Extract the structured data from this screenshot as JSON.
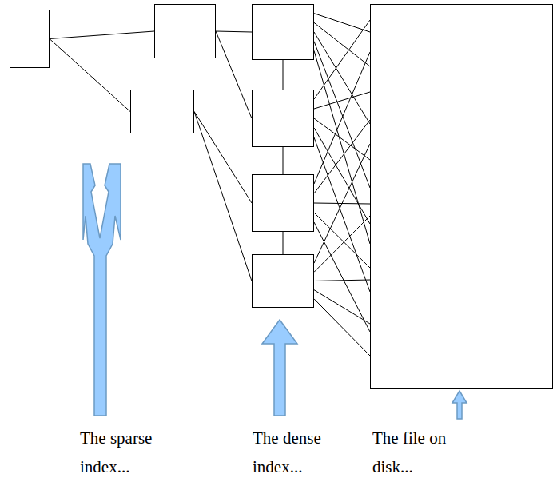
{
  "diagram": {
    "nodes": [
      {
        "text": []
      },
      {
        "text": []
      },
      {
        "text": []
      },
      {
        "text": []
      },
      {
        "text": []
      },
      {
        "text": []
      },
      {
        "text": []
      },
      {
        "text": []
      }
    ],
    "edges": [
      {
        "from": 0,
        "to": 1,
        "arrow": "none"
      },
      {
        "from": 0,
        "to": 2,
        "arrow": "none"
      },
      {
        "from": 1,
        "to": 3,
        "arrow": "none"
      },
      {
        "from": 1,
        "to": 4,
        "arrow": "none"
      },
      {
        "from": 2,
        "to": 5,
        "arrow": "none"
      },
      {
        "from": 2,
        "to": 6,
        "arrow": "none"
      },
      {
        "from": 3,
        "to": 4,
        "arrow": "none"
      },
      {
        "from": 4,
        "to": 5,
        "arrow": "none"
      },
      {
        "from": 5,
        "to": 6,
        "arrow": "none"
      },
      {
        "from": 3,
        "to": 7,
        "arrow": "none"
      },
      {
        "from": 3,
        "to": 7,
        "arrow": "none"
      },
      {
        "from": 3,
        "to": 7,
        "arrow": "none"
      },
      {
        "from": 3,
        "to": 7,
        "arrow": "none"
      },
      {
        "from": 3,
        "to": 7,
        "arrow": "none"
      },
      {
        "from": 4,
        "to": 7,
        "arrow": "none"
      },
      {
        "from": 4,
        "to": 7,
        "arrow": "none"
      },
      {
        "from": 4,
        "to": 7,
        "arrow": "none"
      },
      {
        "from": 4,
        "to": 7,
        "arrow": "none"
      },
      {
        "from": 4,
        "to": 7,
        "arrow": "none"
      },
      {
        "from": 5,
        "to": 7,
        "arrow": "none"
      },
      {
        "from": 5,
        "to": 7,
        "arrow": "none"
      },
      {
        "from": 5,
        "to": 7,
        "arrow": "none"
      },
      {
        "from": 5,
        "to": 7,
        "arrow": "none"
      },
      {
        "from": 5,
        "to": 7,
        "arrow": "none"
      },
      {
        "from": 6,
        "to": 7,
        "arrow": "none"
      },
      {
        "from": 6,
        "to": 7,
        "arrow": "none"
      },
      {
        "from": 6,
        "to": 7,
        "arrow": "none"
      },
      {
        "from": 6,
        "to": 7,
        "arrow": "none"
      },
      {
        "from": 6,
        "to": 7,
        "arrow": "none"
      }
    ],
    "labels": [
      "The sparse index...",
      "The dense index...",
      "The file on disk..."
    ]
  }
}
